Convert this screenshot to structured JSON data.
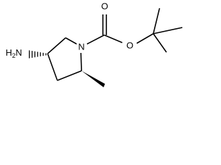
{
  "molecule": {
    "atoms": {
      "amine": "H2N",
      "amine_main": "H",
      "amine_sub": "2",
      "amine_tail": "N",
      "ring_nitrogen": "N",
      "carbonyl_oxygen": "O",
      "ester_oxygen": "O"
    },
    "stereo": {
      "amine_bond": "hashed-wedge",
      "methyl_bond": "solid-wedge"
    }
  }
}
